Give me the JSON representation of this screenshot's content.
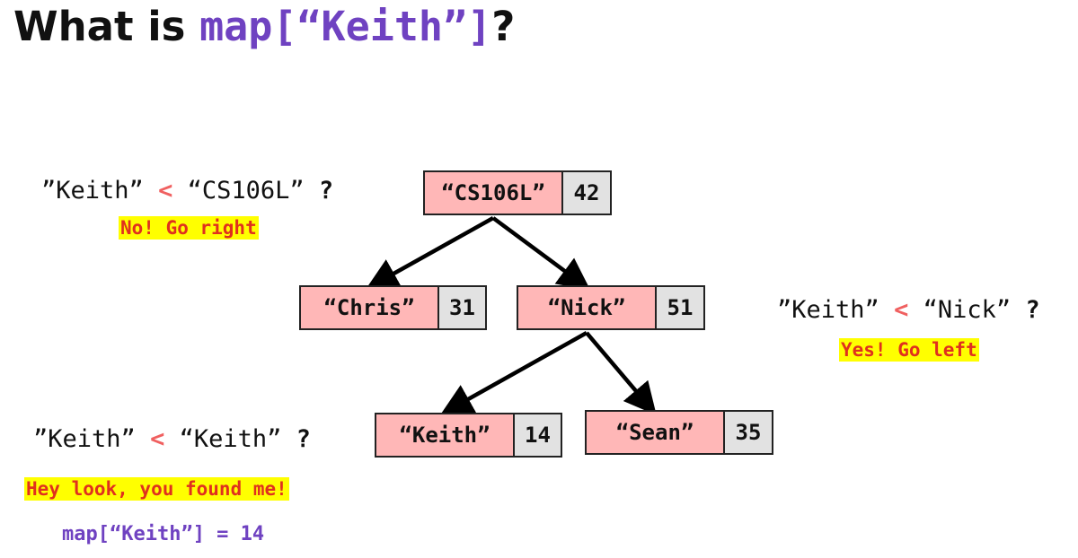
{
  "title": {
    "prefix": "What is ",
    "code": "map[“Keith”]",
    "suffix": "?"
  },
  "tree": {
    "root": {
      "key": "“CS106L”",
      "value": "42"
    },
    "chris": {
      "key": "“Chris”",
      "value": "31"
    },
    "nick": {
      "key": "“Nick”",
      "value": "51"
    },
    "keith": {
      "key": "“Keith”",
      "value": "14"
    },
    "sean": {
      "key": "“Sean”",
      "value": "35"
    }
  },
  "steps": [
    {
      "left": "”Keith”",
      "op": "<",
      "right": "“CS106L”",
      "q": "?",
      "answer": "No! Go right"
    },
    {
      "left": "”Keith”",
      "op": "<",
      "right": "“Nick”",
      "q": "?",
      "answer": "Yes! Go left"
    },
    {
      "left": "”Keith”",
      "op": "<",
      "right": "“Keith”",
      "q": "?",
      "answer": "Hey look, you found me!"
    }
  ],
  "result": "map[“Keith”] = 14",
  "colors": {
    "accent": "#6f42c1",
    "key_fill": "#ffb7b7",
    "value_fill": "#e2e2e2",
    "highlight": "#ffff00",
    "answer_text": "#e0301e",
    "operator": "#f06060"
  }
}
